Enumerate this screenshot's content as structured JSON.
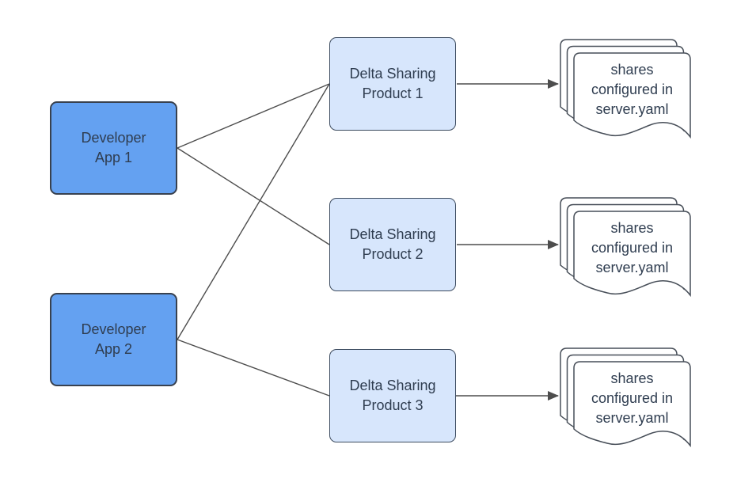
{
  "colors": {
    "background": "#ffffff",
    "app_fill": "#64a1f1",
    "app_border": "#38414f",
    "product_fill": "#d7e6fc",
    "product_border": "#3c4b5f",
    "doc_fill": "#ffffff",
    "doc_border": "#474e58",
    "line": "#4d4d4d",
    "text": "#2f3d50"
  },
  "apps": [
    {
      "id": "developer-app-1",
      "lines": [
        "Developer",
        "App 1"
      ]
    },
    {
      "id": "developer-app-2",
      "lines": [
        "Developer",
        "App 2"
      ]
    }
  ],
  "products": [
    {
      "id": "delta-sharing-product-1",
      "lines": [
        "Delta Sharing",
        "Product 1"
      ]
    },
    {
      "id": "delta-sharing-product-2",
      "lines": [
        "Delta Sharing",
        "Product 2"
      ]
    },
    {
      "id": "delta-sharing-product-3",
      "lines": [
        "Delta Sharing",
        "Product 3"
      ]
    }
  ],
  "doc_stacks": [
    {
      "id": "shares-doc-1",
      "lines": [
        "shares",
        "configured in",
        "server.yaml"
      ]
    },
    {
      "id": "shares-doc-2",
      "lines": [
        "shares",
        "configured in",
        "server.yaml"
      ]
    },
    {
      "id": "shares-doc-3",
      "lines": [
        "shares",
        "configured in",
        "server.yaml"
      ]
    }
  ],
  "edges": [
    {
      "from": "Developer App 1",
      "to": "Delta Sharing Product 1",
      "arrow": false
    },
    {
      "from": "Developer App 1",
      "to": "Delta Sharing Product 2",
      "arrow": false
    },
    {
      "from": "Developer App 2",
      "to": "Delta Sharing Product 1",
      "arrow": false
    },
    {
      "from": "Developer App 2",
      "to": "Delta Sharing Product 3",
      "arrow": false
    },
    {
      "from": "Delta Sharing Product 1",
      "to": "shares configured in server.yaml (1)",
      "arrow": true
    },
    {
      "from": "Delta Sharing Product 2",
      "to": "shares configured in server.yaml (2)",
      "arrow": true
    },
    {
      "from": "Delta Sharing Product 3",
      "to": "shares configured in server.yaml (3)",
      "arrow": true
    }
  ]
}
